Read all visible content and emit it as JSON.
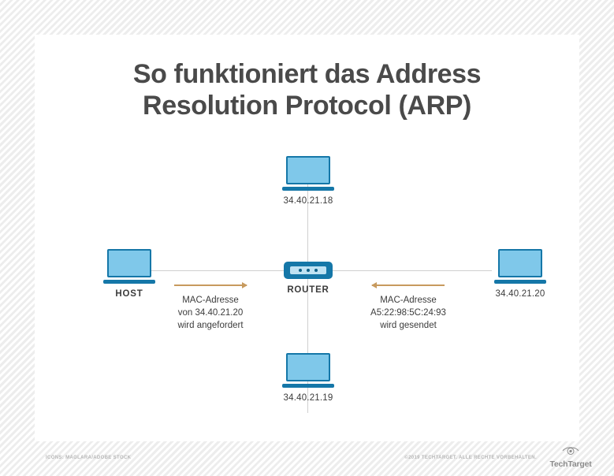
{
  "title": {
    "line1": "So funktioniert das Address",
    "line2": "Resolution Protocol (ARP)"
  },
  "diagram": {
    "nodes": {
      "top": {
        "icon": "laptop-icon",
        "label": "34.40.21.18"
      },
      "left": {
        "icon": "laptop-icon",
        "label": "HOST"
      },
      "right": {
        "icon": "laptop-icon",
        "label": "34.40.21.20"
      },
      "bottom": {
        "icon": "laptop-icon",
        "label": "34.40.21.19"
      },
      "center": {
        "icon": "router-icon",
        "label": "ROUTER"
      }
    },
    "annotations": {
      "left": {
        "arrow_direction": "right",
        "arrow_color": "#c79a5e",
        "line1": "MAC-Adresse",
        "line2": "von 34.40.21.20",
        "line3": "wird angefordert"
      },
      "right": {
        "arrow_direction": "left",
        "arrow_color": "#c79a5e",
        "line1": "MAC-Adresse",
        "line2": "A5:22:98:5C:24:93",
        "line3": "wird gesendet"
      }
    }
  },
  "footer": {
    "credit": "ICONS: MAGLARA/ADOBE STOCK",
    "copyright": "©2019 TECHTARGET. ALLE RECHTE VORBEHALTEN.",
    "logo_text": "TechTarget",
    "logo_icon": "eye-icon"
  },
  "colors": {
    "laptop_screen": "#7fc8ea",
    "laptop_border": "#1577a8",
    "router_body": "#1577a8",
    "router_strip": "#bfe2f3",
    "arrow": "#c79a5e",
    "title_text": "#4a4a4a",
    "connector_line": "#cfcfcf"
  }
}
